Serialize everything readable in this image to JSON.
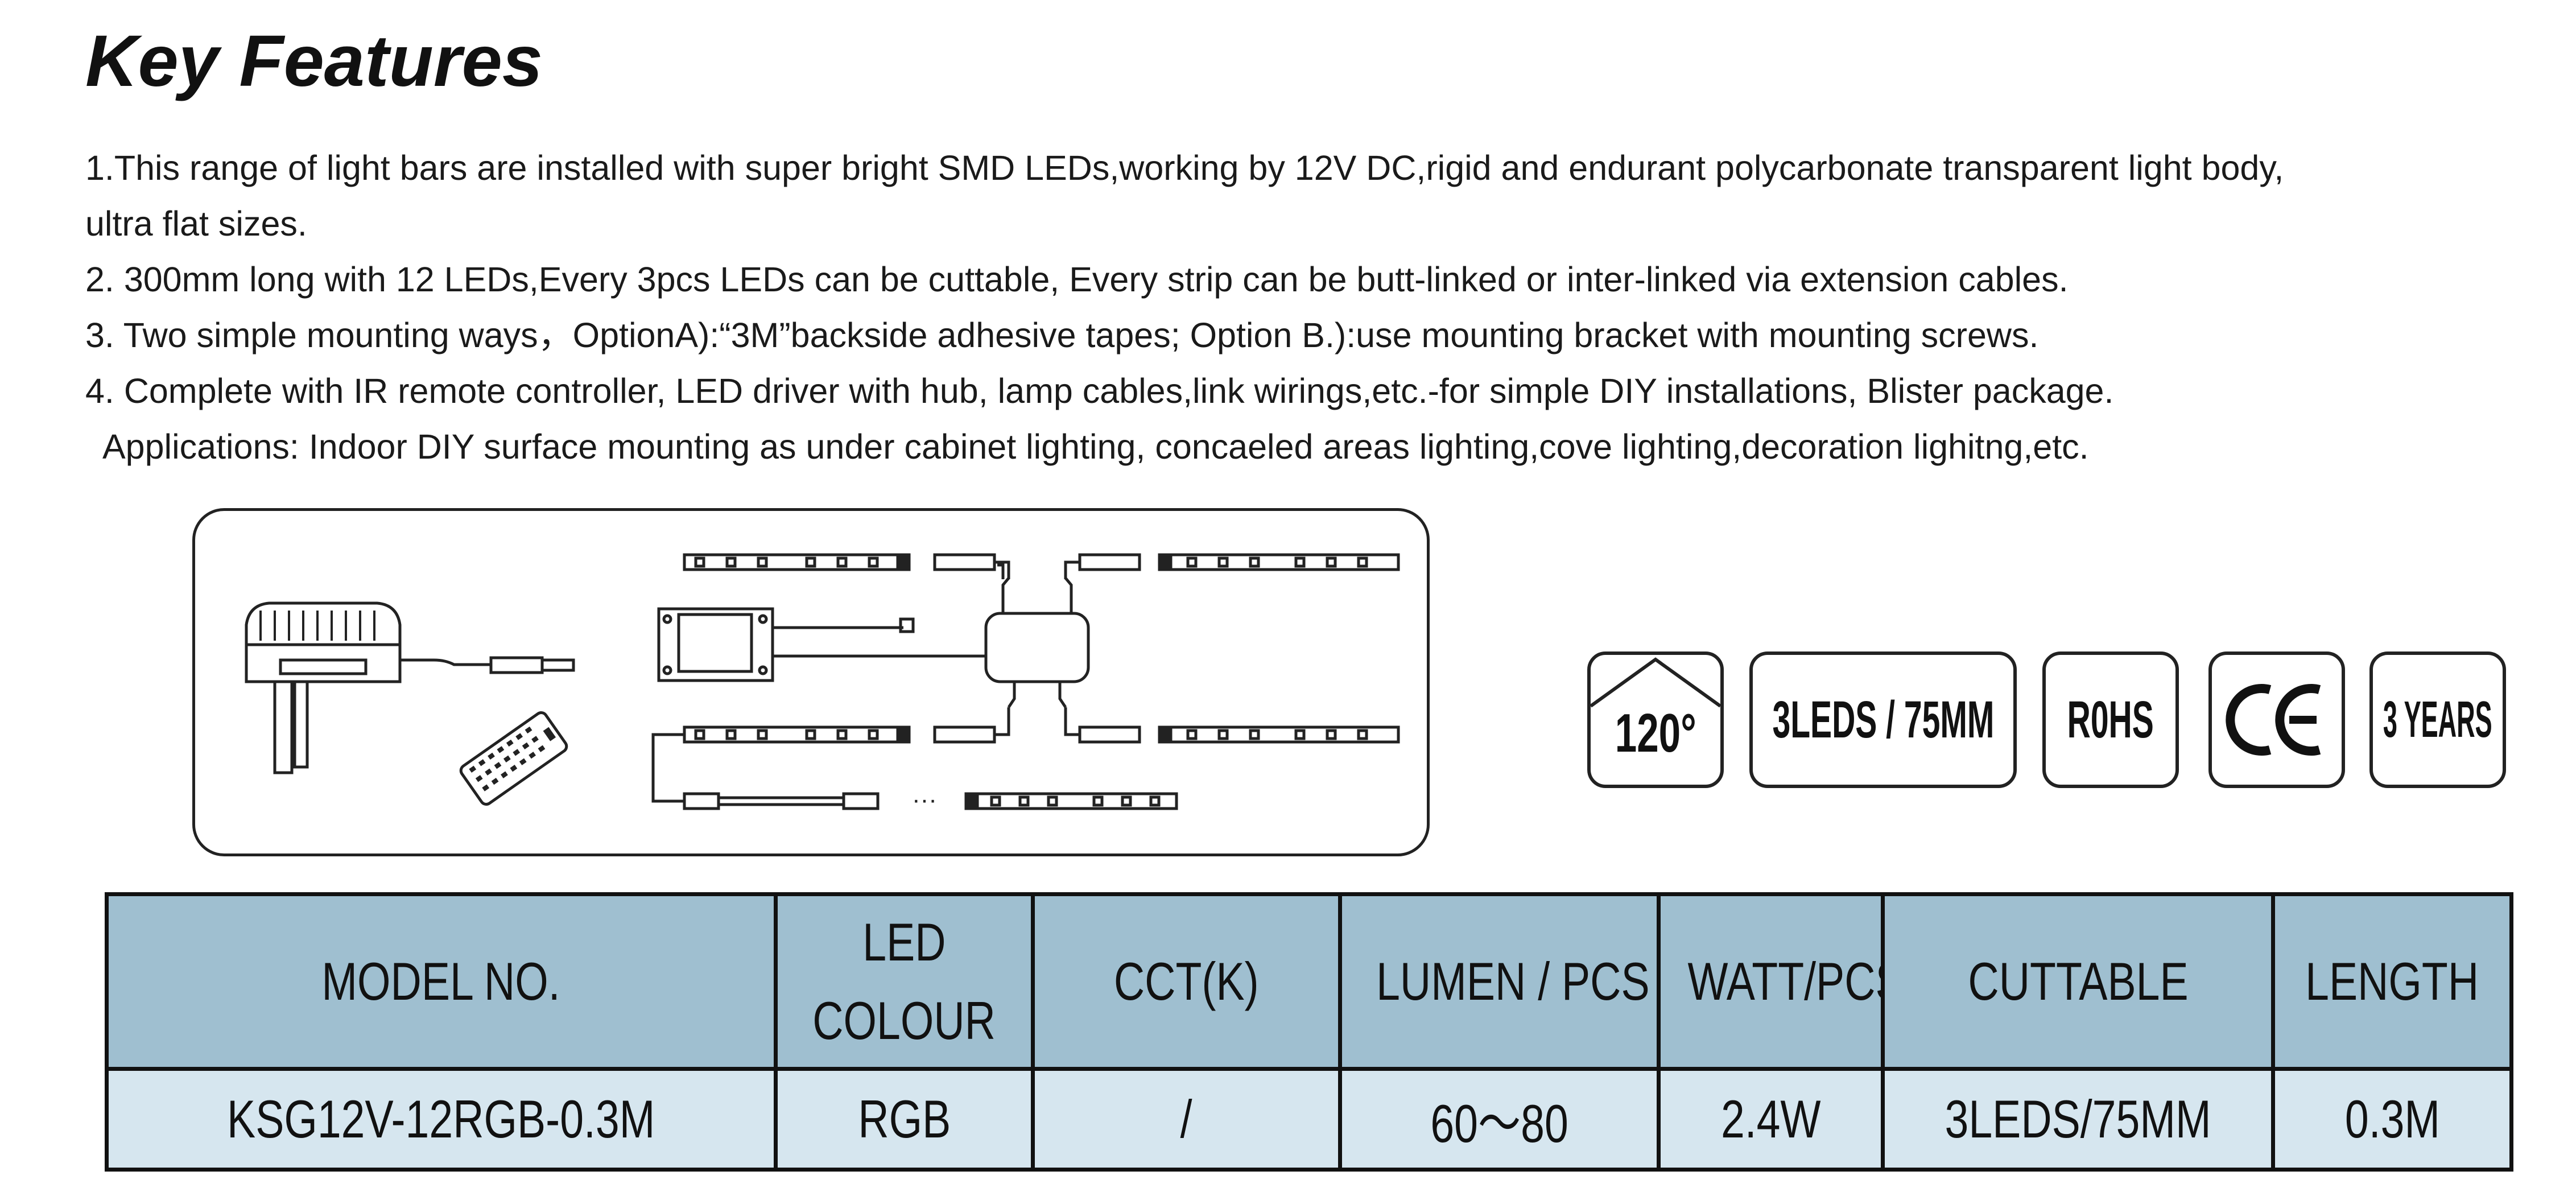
{
  "title": "Key Features",
  "features": [
    "1.This range of light bars are installed with super bright SMD LEDs,working by 12V DC,rigid and endurant polycarbonate transparent light body,",
    "ultra flat sizes.",
    "2. 300mm long with 12 LEDs,Every 3pcs LEDs can be cuttable, Every strip can be butt-linked or inter-linked via extension cables.",
    "3. Two simple mounting ways，OptionA):“3M”backside adhesive tapes; Option B.):use mounting bracket with mounting screws.",
    "4.  Complete with IR remote controller, LED driver with hub, lamp cables,link wirings,etc.-for simple DIY installations, Blister package.",
    "Applications:  Indoor DIY surface mounting as under cabinet lighting, concaeled areas lighting,cove lighting,decoration lighitng,etc."
  ],
  "diagram": {
    "ellipsis": "···"
  },
  "badges": {
    "angle": "120°",
    "leds": "3LEDS / 75MM",
    "rohs": "R0HS",
    "ce": "C E",
    "years": "3 YEARS"
  },
  "table": {
    "headers": {
      "model": "MODEL NO.",
      "colour_line1": "LED",
      "colour_line2": "COLOUR",
      "cct": "CCT(K)",
      "lumen": "LUMEN / PCS",
      "watt": "WATT/PCS",
      "cuttable": "CUTTABLE",
      "length": "LENGTH"
    },
    "row": {
      "model": "KSG12V-12RGB-0.3M",
      "colour": "RGB",
      "cct": "/",
      "lumen": "60～80",
      "watt": "2.4W",
      "cuttable": "3LEDS/75MM",
      "length": "0.3M"
    }
  },
  "colors": {
    "header_bg": "#9fbfd0",
    "row_bg": "#d6e6ef",
    "border": "#111111"
  }
}
